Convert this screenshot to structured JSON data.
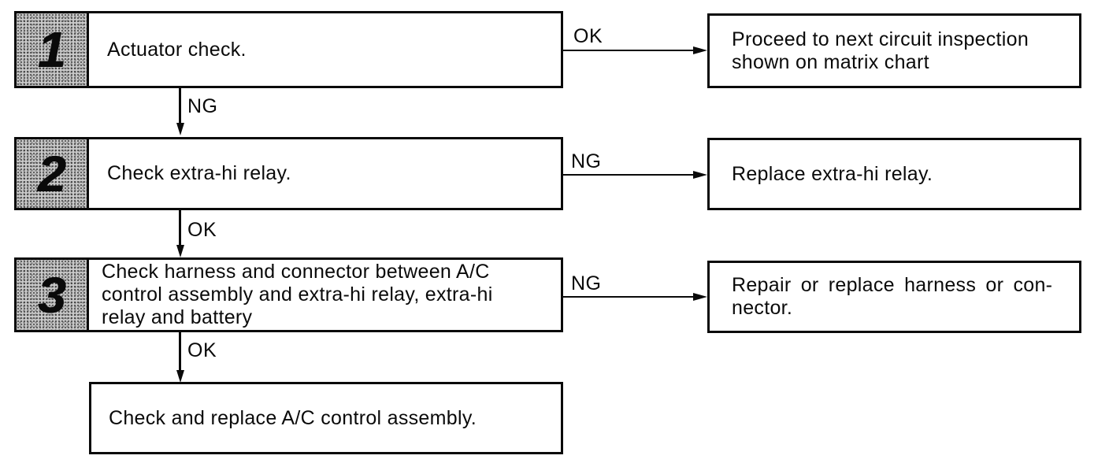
{
  "colors": {
    "ink": "#0a0a0a",
    "paper": "#ffffff",
    "badge_fill": "#cbcbcb"
  },
  "flow": {
    "steps": [
      {
        "number": "1",
        "text_lines": [
          "Actuator check."
        ],
        "side_label": "OK",
        "side_result_lines": [
          "Proceed to next circuit inspection",
          "shown on matrix chart"
        ],
        "down_label": "NG"
      },
      {
        "number": "2",
        "text_lines": [
          "Check extra-hi relay."
        ],
        "side_label": "NG",
        "side_result_lines": [
          "Replace extra-hi relay."
        ],
        "down_label": "OK"
      },
      {
        "number": "3",
        "text_lines": [
          "Check harness and connector between A/C",
          "control assembly and extra-hi relay, extra-hi",
          "relay and battery"
        ],
        "side_label": "NG",
        "side_result_lines": [
          "Repair or replace harness or con-",
          "nector."
        ],
        "down_label": "OK"
      }
    ],
    "final_text": "Check and replace A/C control assembly."
  }
}
